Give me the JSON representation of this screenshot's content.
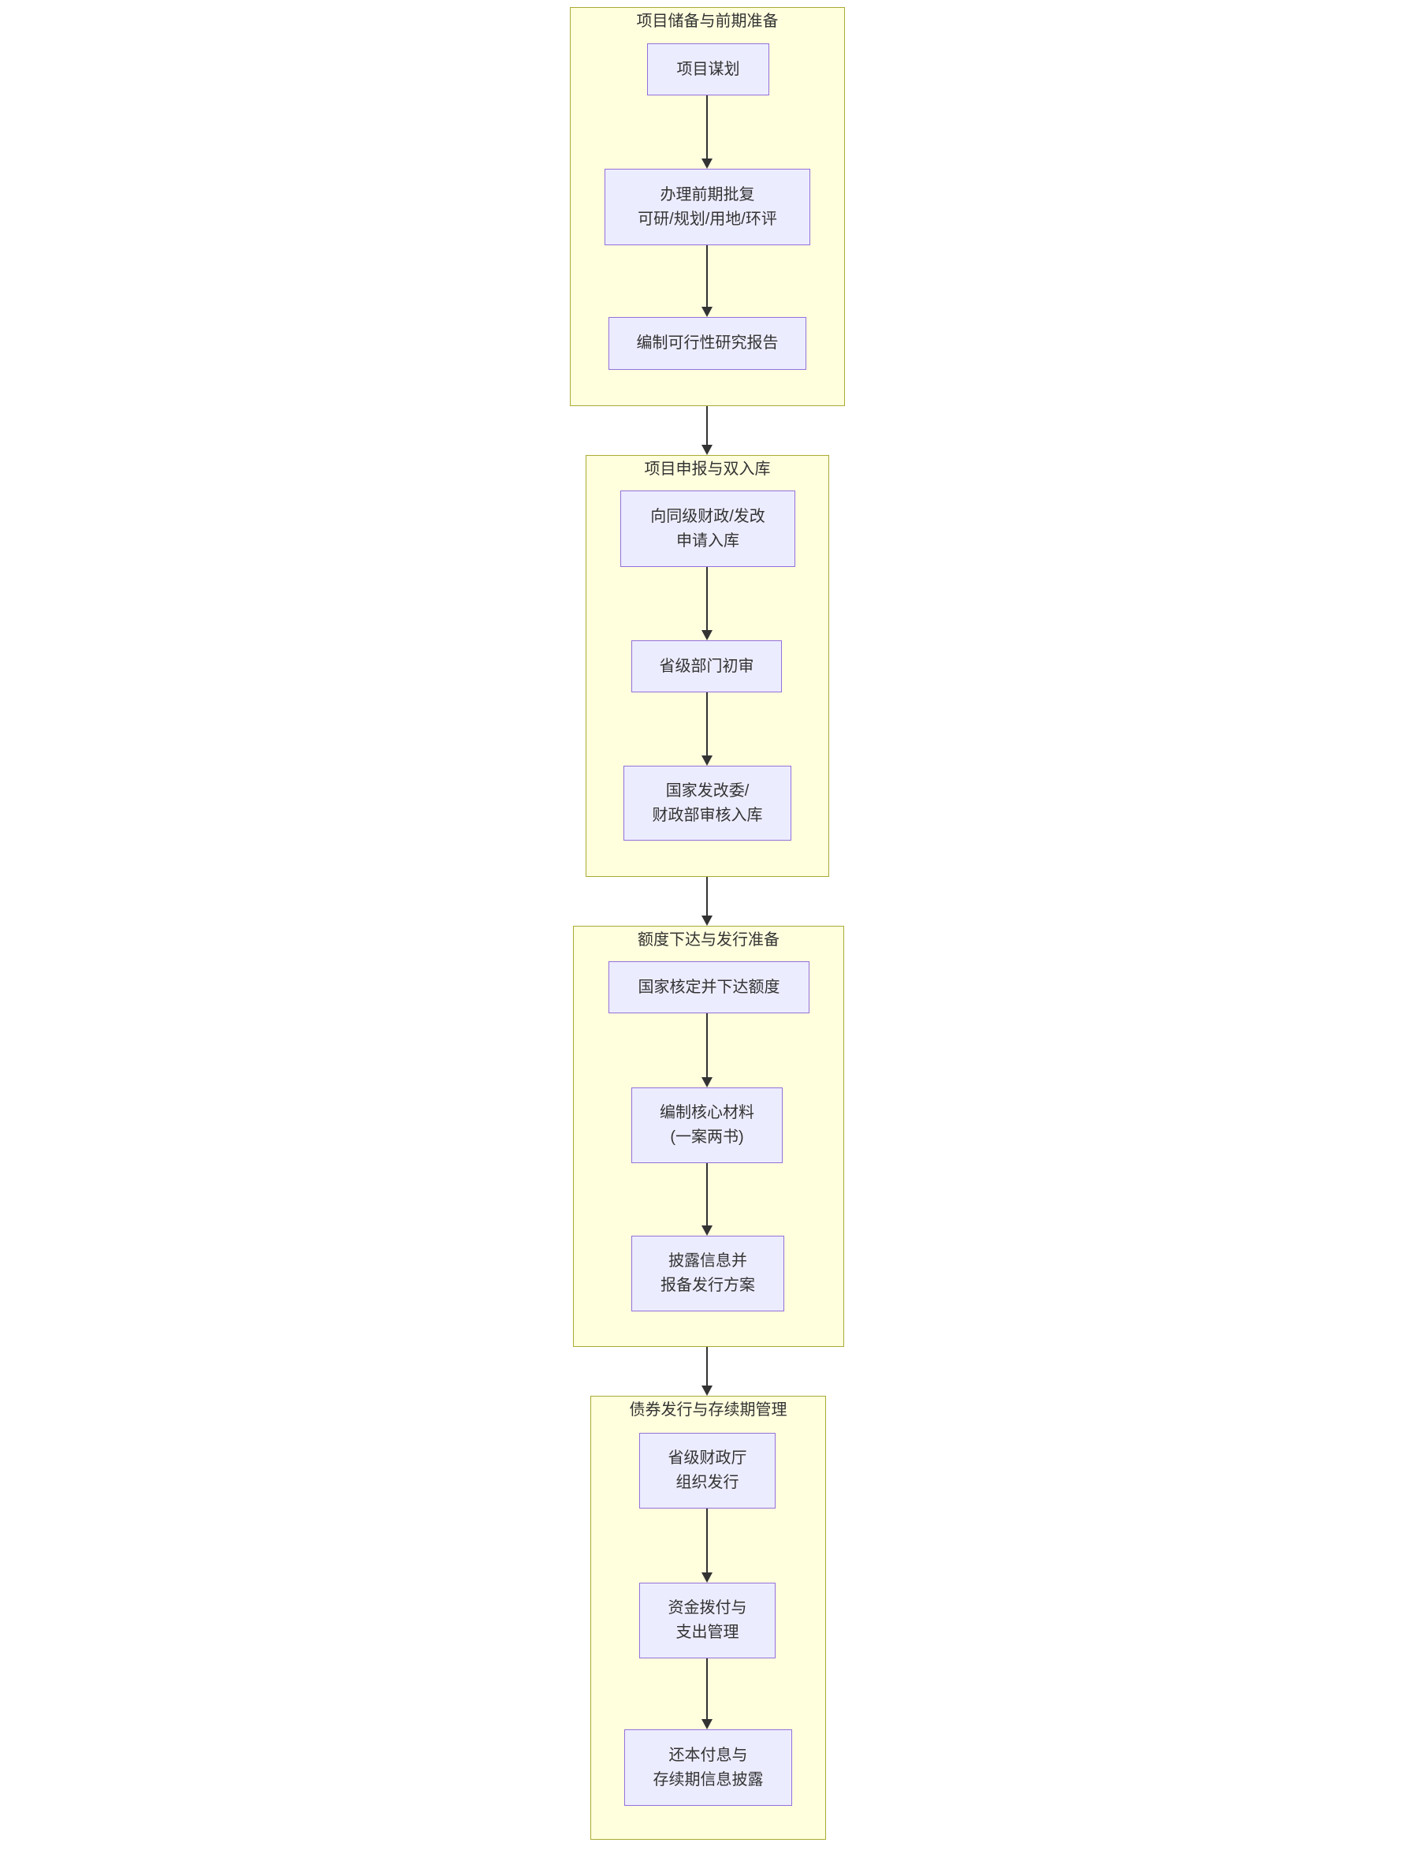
{
  "diagram": {
    "type": "flowchart",
    "direction": "top-down",
    "colors": {
      "cluster_fill": "#ffffde",
      "cluster_border": "#aaaa33",
      "node_fill": "#ECECFF",
      "node_border": "#9370DB",
      "edge_color": "#333333",
      "text_color": "#333333"
    },
    "clusters": [
      {
        "title": "项目储备与前期准备",
        "nodes": [
          {
            "lines": [
              "项目谋划"
            ]
          },
          {
            "lines": [
              "办理前期批复",
              "可研/规划/用地/环评"
            ]
          },
          {
            "lines": [
              "编制可行性研究报告"
            ]
          }
        ]
      },
      {
        "title": "项目申报与双入库",
        "nodes": [
          {
            "lines": [
              "向同级财政/发改",
              "申请入库"
            ]
          },
          {
            "lines": [
              "省级部门初审"
            ]
          },
          {
            "lines": [
              "国家发改委/",
              "财政部审核入库"
            ]
          }
        ]
      },
      {
        "title": "额度下达与发行准备",
        "nodes": [
          {
            "lines": [
              "国家核定并下达额度"
            ]
          },
          {
            "lines": [
              "编制核心材料",
              "(一案两书)"
            ]
          },
          {
            "lines": [
              "披露信息并",
              "报备发行方案"
            ]
          }
        ]
      },
      {
        "title": "债券发行与存续期管理",
        "nodes": [
          {
            "lines": [
              "省级财政厅",
              "组织发行"
            ]
          },
          {
            "lines": [
              "资金拨付与",
              "支出管理"
            ]
          },
          {
            "lines": [
              "还本付息与",
              "存续期信息披露"
            ]
          }
        ]
      }
    ]
  }
}
